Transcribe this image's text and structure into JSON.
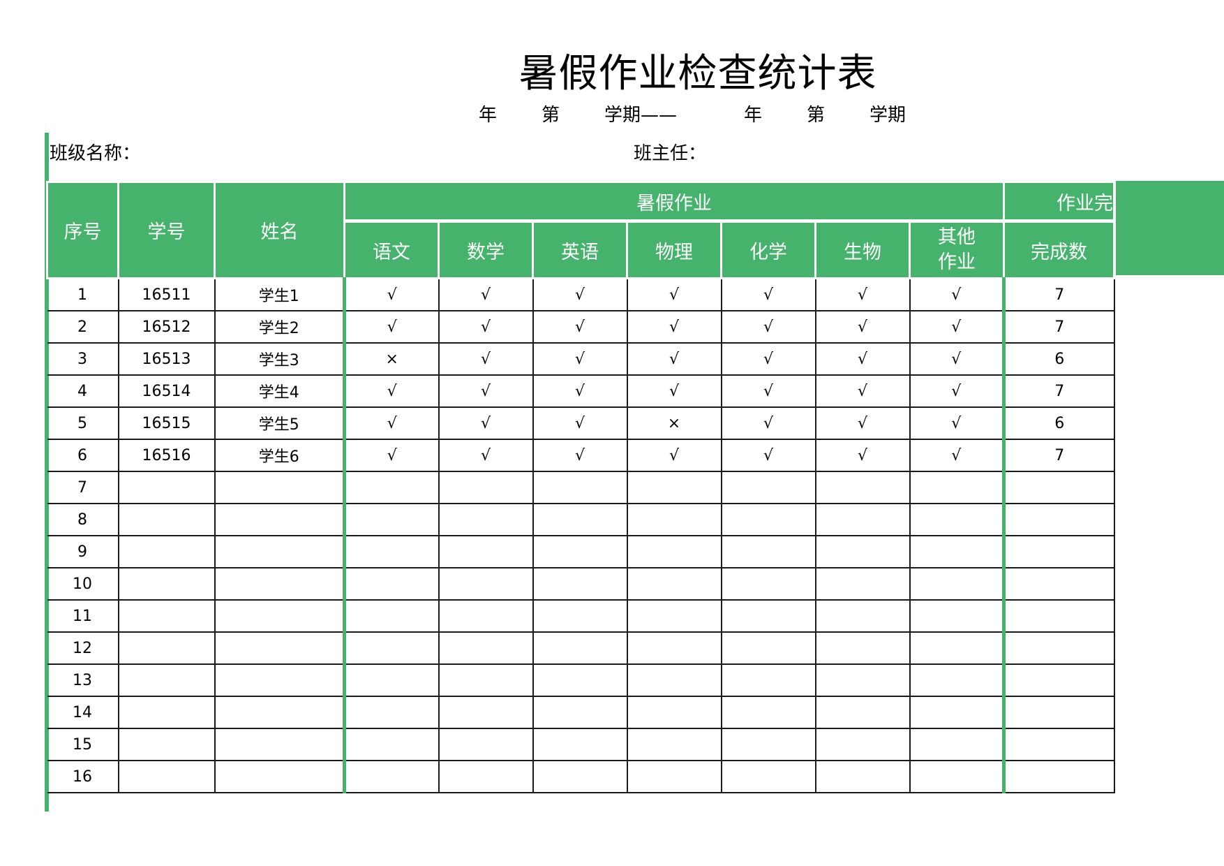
{
  "title": "暑假作业检查统计表",
  "subtitle": {
    "left_year": "年",
    "left_term": "第",
    "left_semester": "学期——",
    "right_year": "年",
    "right_term": "第",
    "right_semester": "学期"
  },
  "info": {
    "class_label": "班级名称：",
    "teacher_label": "班主任："
  },
  "colors": {
    "header_green": "#45b36b",
    "border": "#1a1a1a"
  },
  "table": {
    "headers": {
      "seq": "序号",
      "student_id": "学号",
      "name": "姓名",
      "homework_group": "暑假作业",
      "completion_group": "作业完",
      "subjects": [
        "语文",
        "数学",
        "英语",
        "物理",
        "化学",
        "生物",
        "其他作业"
      ],
      "completed_count": "完成数"
    },
    "rows": [
      {
        "seq": "1",
        "id": "16511",
        "name": "学生1",
        "marks": [
          "√",
          "√",
          "√",
          "√",
          "√",
          "√",
          "√"
        ],
        "count": "7"
      },
      {
        "seq": "2",
        "id": "16512",
        "name": "学生2",
        "marks": [
          "√",
          "√",
          "√",
          "√",
          "√",
          "√",
          "√"
        ],
        "count": "7"
      },
      {
        "seq": "3",
        "id": "16513",
        "name": "学生3",
        "marks": [
          "×",
          "√",
          "√",
          "√",
          "√",
          "√",
          "√"
        ],
        "count": "6"
      },
      {
        "seq": "4",
        "id": "16514",
        "name": "学生4",
        "marks": [
          "√",
          "√",
          "√",
          "√",
          "√",
          "√",
          "√"
        ],
        "count": "7"
      },
      {
        "seq": "5",
        "id": "16515",
        "name": "学生5",
        "marks": [
          "√",
          "√",
          "√",
          "×",
          "√",
          "√",
          "√"
        ],
        "count": "6"
      },
      {
        "seq": "6",
        "id": "16516",
        "name": "学生6",
        "marks": [
          "√",
          "√",
          "√",
          "√",
          "√",
          "√",
          "√"
        ],
        "count": "7"
      },
      {
        "seq": "7",
        "id": "",
        "name": "",
        "marks": [
          "",
          "",
          "",
          "",
          "",
          "",
          ""
        ],
        "count": ""
      },
      {
        "seq": "8",
        "id": "",
        "name": "",
        "marks": [
          "",
          "",
          "",
          "",
          "",
          "",
          ""
        ],
        "count": ""
      },
      {
        "seq": "9",
        "id": "",
        "name": "",
        "marks": [
          "",
          "",
          "",
          "",
          "",
          "",
          ""
        ],
        "count": ""
      },
      {
        "seq": "10",
        "id": "",
        "name": "",
        "marks": [
          "",
          "",
          "",
          "",
          "",
          "",
          ""
        ],
        "count": ""
      },
      {
        "seq": "11",
        "id": "",
        "name": "",
        "marks": [
          "",
          "",
          "",
          "",
          "",
          "",
          ""
        ],
        "count": ""
      },
      {
        "seq": "12",
        "id": "",
        "name": "",
        "marks": [
          "",
          "",
          "",
          "",
          "",
          "",
          ""
        ],
        "count": ""
      },
      {
        "seq": "13",
        "id": "",
        "name": "",
        "marks": [
          "",
          "",
          "",
          "",
          "",
          "",
          ""
        ],
        "count": ""
      },
      {
        "seq": "14",
        "id": "",
        "name": "",
        "marks": [
          "",
          "",
          "",
          "",
          "",
          "",
          ""
        ],
        "count": ""
      },
      {
        "seq": "15",
        "id": "",
        "name": "",
        "marks": [
          "",
          "",
          "",
          "",
          "",
          "",
          ""
        ],
        "count": ""
      },
      {
        "seq": "16",
        "id": "",
        "name": "",
        "marks": [
          "",
          "",
          "",
          "",
          "",
          "",
          ""
        ],
        "count": ""
      }
    ]
  }
}
